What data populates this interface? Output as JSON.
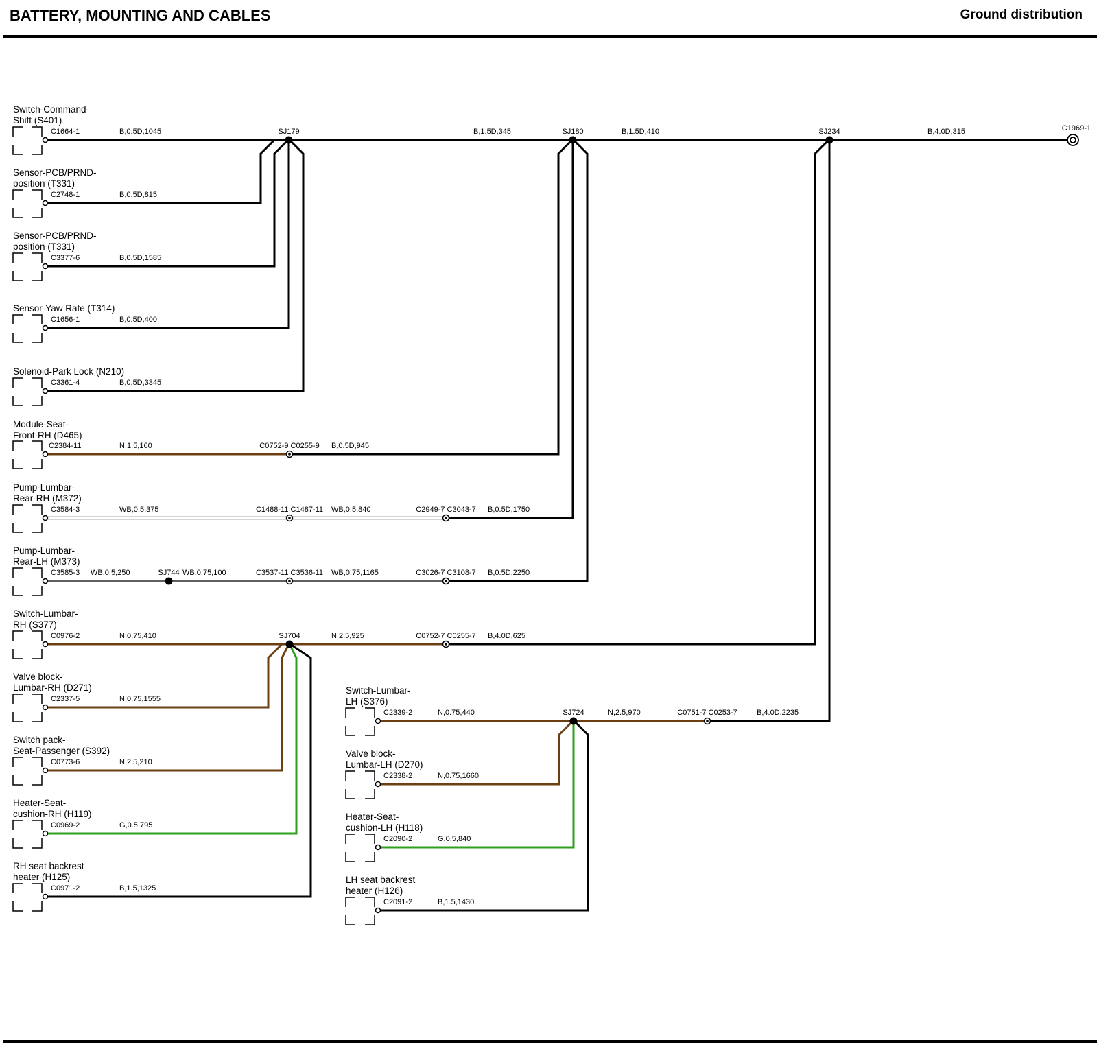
{
  "header": {
    "title": "BATTERY, MOUNTING AND CABLES",
    "subtitle": "Ground distribution"
  },
  "components": [
    {
      "line1": "Switch-Command-",
      "line2": "Shift (S401)",
      "connector": "C1664-1",
      "wire": "B,0.5D,1045"
    },
    {
      "line1": "Sensor-PCB/PRND-",
      "line2": "position (T331)",
      "connector": "C2748-1",
      "wire": "B,0.5D,815"
    },
    {
      "line1": "Sensor-PCB/PRND-",
      "line2": "position (T331)",
      "connector": "C3377-6",
      "wire": "B,0.5D,1585"
    },
    {
      "line1": "Sensor-Yaw Rate (T314)",
      "line2": "",
      "connector": "C1656-1",
      "wire": "B,0.5D,400"
    },
    {
      "line1": "Solenoid-Park Lock (N210)",
      "line2": "",
      "connector": "C3361-4",
      "wire": "B,0.5D,3345"
    },
    {
      "line1": "Module-Seat-",
      "line2": "Front-RH (D465)",
      "connector": "C2384-11",
      "wire": "N,1.5,160"
    },
    {
      "line1": "Pump-Lumbar-",
      "line2": "Rear-RH (M372)",
      "connector": "C3584-3",
      "wire": "WB,0.5,375"
    },
    {
      "line1": "Pump-Lumbar-",
      "line2": "Rear-LH (M373)",
      "connector": "C3585-3",
      "wire": "WB,0.5,250"
    },
    {
      "line1": "Switch-Lumbar-",
      "line2": "RH (S377)",
      "connector": "C0976-2",
      "wire": "N,0.75,410"
    },
    {
      "line1": "Valve block-",
      "line2": "Lumbar-RH (D271)",
      "connector": "C2337-5",
      "wire": "N,0.75,1555"
    },
    {
      "line1": "Switch pack-",
      "line2": "Seat-Passenger (S392)",
      "connector": "C0773-6",
      "wire": "N,2.5,210"
    },
    {
      "line1": "Heater-Seat-",
      "line2": "cushion-RH (H119)",
      "connector": "C0969-2",
      "wire": "G,0.5,795"
    },
    {
      "line1": "RH seat backrest",
      "line2": "heater (H125)",
      "connector": "C0971-2",
      "wire": "B,1.5,1325"
    },
    {
      "line1": "Switch-Lumbar-",
      "line2": "LH (S376)",
      "connector": "C2339-2",
      "wire": "N,0.75,440"
    },
    {
      "line1": "Valve block-",
      "line2": "Lumbar-LH (D270)",
      "connector": "C2338-2",
      "wire": "N,0.75,1660"
    },
    {
      "line1": "Heater-Seat-",
      "line2": "cushion-LH (H118)",
      "connector": "C2090-2",
      "wire": "G,0.5,840"
    },
    {
      "line1": "LH seat backrest",
      "line2": "heater (H126)",
      "connector": "C2091-2",
      "wire": "B,1.5,1430"
    }
  ],
  "splices": {
    "sj179": "SJ179",
    "sj180": "SJ180",
    "sj234": "SJ234",
    "sj704": "SJ704",
    "sj724": "SJ724",
    "sj744": "SJ744"
  },
  "wires": {
    "sj179_sj180": "B,1.5D,345",
    "sj180_sj234": "B,1.5D,410",
    "sj234_ground": "B,4.0D,315",
    "d465_to_sj180": "B,0.5D,945",
    "m372_mid": "WB,0.5,840",
    "m372_to_sj180": "B,0.5D,1750",
    "m373_sj744": "WB,0.75,100",
    "m373_mid": "WB,0.75,1165",
    "m373_to_sj180": "B,0.5D,2250",
    "sj704_out": "N,2.5,925",
    "sj704_to_sj234": "B,4.0D,625",
    "sj724_out": "N,2.5,970",
    "sj724_to_sj234": "B,4.0D,2235"
  },
  "inline_connectors": {
    "ground_eyelet": "C1969-1",
    "d465_pair": "C0752-9 C0255-9",
    "m372_pair1": "C1488-11 C1487-11",
    "m372_pair2": "C2949-7 C3043-7",
    "m373_pair1": "C3537-11 C3536-11",
    "m373_pair2": "C3026-7 C3108-7",
    "rh_pair": "C0752-7 C0255-7",
    "lh_pair": "C0751-7 C0253-7"
  },
  "colors": {
    "black": "#000000",
    "brown": "#6b3f12",
    "green": "#2ea01e",
    "white_black": "#555555"
  }
}
